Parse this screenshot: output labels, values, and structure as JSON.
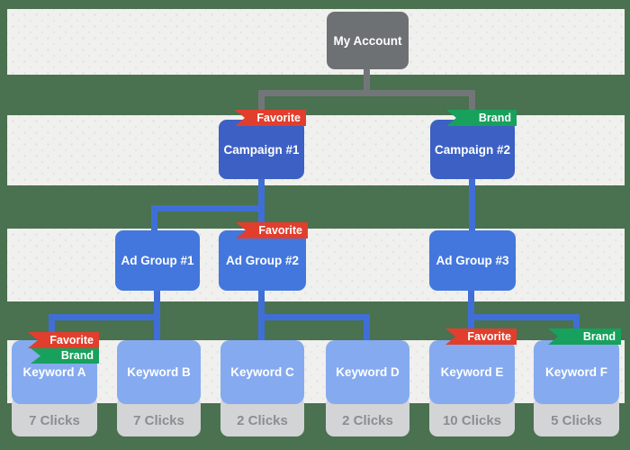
{
  "diagram": {
    "title_hint": "ad-account-hierarchy-tree",
    "account": {
      "label": "My Account"
    },
    "campaigns": [
      {
        "label": "Campaign #1",
        "ribbons": [
          {
            "type": "favorite",
            "label": "Favorite"
          }
        ]
      },
      {
        "label": "Campaign #2",
        "ribbons": [
          {
            "type": "brand",
            "label": "Brand"
          }
        ]
      }
    ],
    "ad_groups": [
      {
        "label": "Ad Group #1",
        "ribbons": []
      },
      {
        "label": "Ad Group #2",
        "ribbons": [
          {
            "type": "favorite",
            "label": "Favorite"
          }
        ]
      },
      {
        "label": "Ad Group #3",
        "ribbons": []
      }
    ],
    "keywords": [
      {
        "label": "Keyword A",
        "clicks": "7 Clicks",
        "ribbons": [
          {
            "type": "favorite",
            "label": "Favorite"
          },
          {
            "type": "brand",
            "label": "Brand"
          }
        ]
      },
      {
        "label": "Keyword B",
        "clicks": "7 Clicks",
        "ribbons": []
      },
      {
        "label": "Keyword C",
        "clicks": "2 Clicks",
        "ribbons": []
      },
      {
        "label": "Keyword D",
        "clicks": "2 Clicks",
        "ribbons": []
      },
      {
        "label": "Keyword E",
        "clicks": "10 Clicks",
        "ribbons": [
          {
            "type": "favorite",
            "label": "Favorite"
          }
        ]
      },
      {
        "label": "Keyword F",
        "clicks": "5 Clicks",
        "ribbons": [
          {
            "type": "brand",
            "label": "Brand"
          }
        ]
      }
    ],
    "edges": [
      "My Account > Campaign #1",
      "My Account > Campaign #2",
      "Campaign #1 > Ad Group #1",
      "Campaign #1 > Ad Group #2",
      "Campaign #2 > Ad Group #3",
      "Ad Group #1 > Keyword A",
      "Ad Group #1 > Keyword B",
      "Ad Group #2 > Keyword C",
      "Ad Group #2 > Keyword D",
      "Ad Group #3 > Keyword E",
      "Ad Group #3 > Keyword F"
    ],
    "colors": {
      "page_background": "#4a7150",
      "row_band": "#f0f0ee",
      "account_node": "#6e7174",
      "campaign_node": "#3c60c3",
      "ad_group_node": "#4377de",
      "keyword_node": "#85aaf0",
      "connector_gray": "#737678",
      "connector_blue": "#3f6fd6",
      "ribbon_favorite": "#e23e2d",
      "ribbon_brand": "#17a15d",
      "clicks_badge": "#d3d4d6",
      "clicks_text": "#8b8d90"
    }
  }
}
